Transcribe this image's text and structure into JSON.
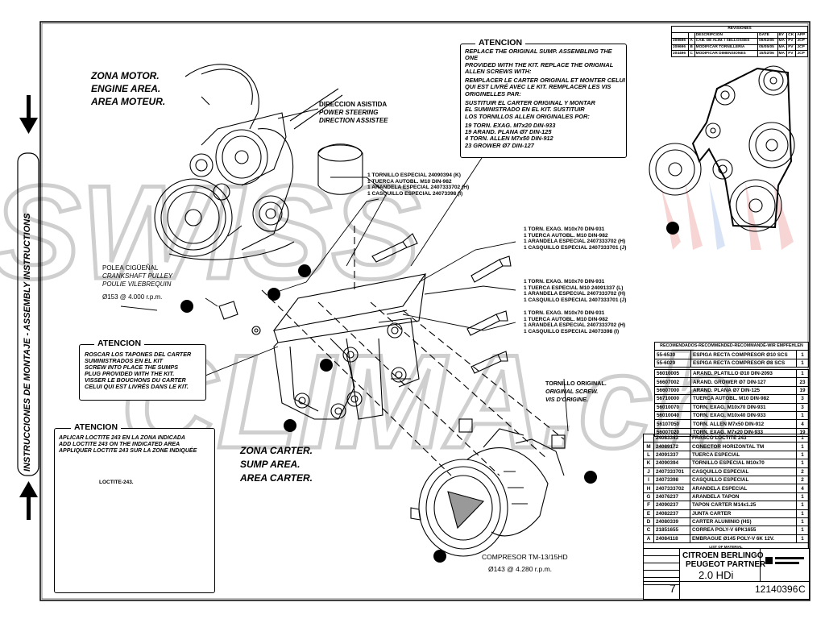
{
  "watermark": {
    "line1": "SWISS",
    "line2": "CLIMA.ch"
  },
  "side_title": "INSTRUCCIONES DE MONTAJE - ASSEMBLY INSTRUCTIONS",
  "zone_motor": [
    "ZONA MOTOR.",
    "ENGINE AREA.",
    "AREA MOTEUR."
  ],
  "zone_carter": [
    "ZONA CARTER.",
    "SUMP AREA.",
    "AREA CARTER."
  ],
  "power_steering": [
    "DIRECCION ASISTIDA",
    "POWER STEERING",
    "DIRECTION ASSISTEE"
  ],
  "crankshaft": [
    "POLEA CIGÜEÑAL",
    "CRANKSHAFT PULLEY",
    "POULIE VILEBREQUIN",
    "Ø153  @  4.000 r.p.m."
  ],
  "compressor": [
    "COMPRESOR TM-13/15HD",
    "Ø143  @  4.280 r.p.m."
  ],
  "original_screw": [
    "TORNILLO ORIGINAL.",
    "ORIGINAL SCREW.",
    "VIS D'ORIGINE."
  ],
  "attention_top": {
    "title": "ATENCION",
    "lines": [
      "REPLACE THE ORIGINAL SUMP. ASSEMBLING THE ONE",
      "PROVIDED WITH THE KIT. REPLACE THE ORIGINAL",
      "ALLEN SCREWS WITH:",
      "",
      "REMPLACER LE CARTER ORIGINAL ET MONTER CELUI",
      "QUI EST LIVRÉ AVEC LE KIT. REMPLACER LES VIS",
      "ORIGINELLES PAR:",
      "",
      "SUSTITUIR EL CARTER ORIGINAL Y MONTAR",
      "EL SUMINISTRADO EN EL KIT.   SUSTITUIR",
      "LOS TORNILLOS  ALLEN ORIGINALES POR:",
      "",
      "19 TORN. EXAG. M7x20 DIN-933",
      "19 ARAND. PLANA Ø7 DIN-125",
      "4 TORN. ALLEN M7x50 DIN-912",
      "23 GROWER Ø7 DIN-127"
    ]
  },
  "attention_mid": {
    "title": "ATENCION",
    "lines": [
      "ROSCAR LOS TAPONES  DEL CARTER",
      "SUMINISTRADOS EN EL KIT",
      "SCREW INTO PLACE THE SUMPS",
      "PLUG PROVIDED WITH THE KIT.",
      "VISSER LE BOUCHONS DU CARTER",
      "CELUI QUI EST LIVRÉS DANS LE KIT."
    ]
  },
  "attention_bottom": {
    "title": "ATENCION",
    "lines": [
      "APLICAR LOCTITE 243 EN LA ZONA INDICADA",
      "ADD LOCTITE 243 ON THE INDICATED AREA",
      "APPLIQUER LOCTITE 243 SUR LA ZONE INDIQUÉE"
    ],
    "loctite_label": "LOCTITE-243."
  },
  "part_callouts": [
    [
      "1 TORNILLO ESPECIAL 24090394 (K)",
      "1 TUERCA AUTOBL. M10 DIN-982",
      "1 ARANDELA ESPECIAL 2407333702 (H)",
      "1 CASQUILLO ESPECIAL 24073398 (I)"
    ],
    [
      "1 TORN. EXAG. M10x70 DIN-931",
      "1 TUERCA AUTOBL. M10 DIN-982",
      "1 ARANDELA ESPECIAL 2407333702 (H)",
      "1 CASQUILLO ESPECIAL 2407333701 (J)"
    ],
    [
      "1 TORN. EXAG. M10x70 DIN-931",
      "1 TUERCA ESPECIAL M10 24091337 (L)",
      "1 ARANDELA ESPECIAL 2407333702 (H)",
      "1 CASQUILLO ESPECIAL 2407333701 (J)"
    ],
    [
      "1 TORN. EXAG. M10x70 DIN-931",
      "1 TUERCA AUTOBL. M10 DIN-982",
      "1 ARANDELA ESPECIAL 2407333702 (H)",
      "1 CASQUILLO ESPECIAL 24073398 (I)"
    ]
  ],
  "bom_header": "RECOMENDADOS-RECOMMENDED-RECOMMANDÉ-WIR EMPFEHLEN",
  "bom_recommended": [
    {
      "code": "55-6530",
      "desc": "ESPIGA RECTA COMPRESOR Ø10 SCS",
      "qty": "1"
    },
    {
      "code": "55-6029",
      "desc": "ESPIGA RECTA COMPRESOR Ø8 SCS",
      "qty": "1"
    }
  ],
  "bom_standard": [
    {
      "code": "56010005",
      "desc": "ARAND. PLATILLO Ø10 DIN-2093",
      "qty": "1"
    },
    {
      "code": "56607002",
      "desc": "ARAND. GROWER Ø7 DIN-127",
      "qty": "23"
    },
    {
      "code": "56607000",
      "desc": "ARAND. PLANA Ø7 DIN-125",
      "qty": "19"
    },
    {
      "code": "56710000",
      "desc": "TUERCA AUTOBL. M10 DIN-982",
      "qty": "3"
    },
    {
      "code": "56010070",
      "desc": "TORN. EXAG. M10x70 DIN-931",
      "qty": "3"
    },
    {
      "code": "56010040",
      "desc": "TORN. EXAG. M10x40 DIN-933",
      "qty": "1"
    },
    {
      "code": "56107050",
      "desc": "TORN. ALLEN M7x50 DIN-912",
      "qty": "4"
    },
    {
      "code": "56007020",
      "desc": "TORN. EXAG. M7x20 DIN-933",
      "qty": "19"
    }
  ],
  "bom_parts": [
    {
      "mark": "",
      "code": "24083343",
      "desc": "FRASCO LOCTITE 243",
      "qty": "1"
    },
    {
      "mark": "M",
      "code": "24089172",
      "desc": "CONECTOR HORIZONTAL TM",
      "qty": "1"
    },
    {
      "mark": "L",
      "code": "24091337",
      "desc": "TUERCA ESPECIAL",
      "qty": "1"
    },
    {
      "mark": "K",
      "code": "24090394",
      "desc": "TORNILLO ESPECIAL M10x70",
      "qty": "1"
    },
    {
      "mark": "J",
      "code": "2407333701",
      "desc": "CASQUILLO ESPECIAL",
      "qty": "2"
    },
    {
      "mark": "I",
      "code": "24073398",
      "desc": "CASQUILLO ESPECIAL",
      "qty": "2"
    },
    {
      "mark": "H",
      "code": "2407333702",
      "desc": "ARANDELA ESPECIAL",
      "qty": "4"
    },
    {
      "mark": "G",
      "code": "24076237",
      "desc": "ARANDELA TAPON",
      "qty": "1"
    },
    {
      "mark": "F",
      "code": "24090237",
      "desc": "TAPON CARTER M14x1.25",
      "qty": "1"
    },
    {
      "mark": "E",
      "code": "24082237",
      "desc": "JUNTA CARTER",
      "qty": "1"
    },
    {
      "mark": "D",
      "code": "24080339",
      "desc": "CARTER ALUMINIO (HS)",
      "qty": "1"
    },
    {
      "mark": "C",
      "code": "21851655",
      "desc": "CORREA POLY-V 6PK1655",
      "qty": "1"
    },
    {
      "mark": "A",
      "code": "24084118",
      "desc": "EMBRAGUE Ø145 POLY-V 6K 12V.",
      "qty": "1"
    }
  ],
  "bom_footer": "LIST OF MATERIAL",
  "title_block": {
    "line1": "CITROEN BERLINGO",
    "line2": "PEUGEOT PARTNER",
    "line3": "2.0  HDi",
    "drawing_no": "12140396",
    "revision": "C",
    "sheet": "7"
  },
  "revisions": {
    "title": "REVISIONES",
    "header": [
      "",
      "",
      "DESCRIPCION",
      "DATE",
      "BY",
      "CK",
      "APP"
    ],
    "rows": [
      [
        "209696",
        "A",
        "CAB. DE ALIM. / SELLOSSES",
        "09/02/05",
        "MA",
        "FV",
        "JCP"
      ],
      [
        "209696",
        "B",
        "MODIFICAR TORNILLERIA",
        "05/05/05",
        "MA",
        "FV",
        "JCP"
      ],
      [
        "204496",
        "C",
        "MODIFICAR DIMENSIONES",
        "15/02/06",
        "MA",
        "FV",
        "JCP"
      ]
    ]
  },
  "colors": {
    "line": "#000000",
    "watermark_gray": "#d9d9d9",
    "watermark_red": "#f3b4b4",
    "watermark_blue": "#b9cff0"
  }
}
